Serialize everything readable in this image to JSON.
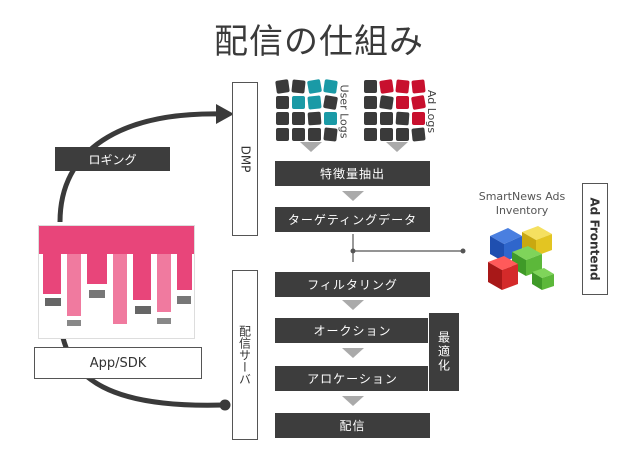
{
  "title": "配信の仕組み",
  "dmp_label": "DMP",
  "server_label": "配信サーバ",
  "ad_frontend_label": "Ad Frontend",
  "logging_label": "ロギング",
  "app_sdk_label": "App/SDK",
  "user_logs_label": "User Logs",
  "ad_logs_label": "Ad Logs",
  "smartnews": {
    "line1": "SmartNews Ads",
    "line2": "Inventory"
  },
  "optimization_label": "最適化",
  "steps": {
    "feature_extraction": "特徴量抽出",
    "targeting_data": "ターゲティングデータ",
    "filtering": "フィルタリング",
    "auction": "オークション",
    "allocation": "アロケーション",
    "delivery": "配信"
  },
  "colors": {
    "dark": "#3d3d3d",
    "teal": "#1a9aa6",
    "red": "#c8102e",
    "pink": "#e8457a"
  }
}
